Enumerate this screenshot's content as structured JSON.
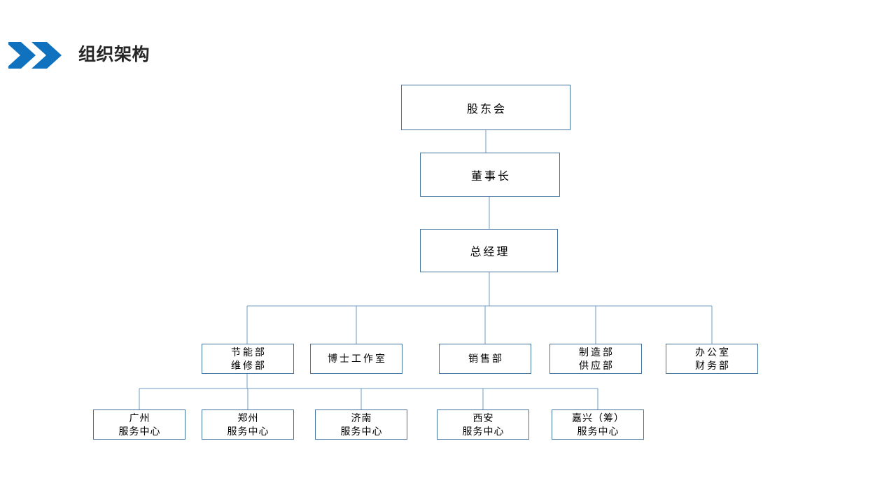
{
  "header": {
    "title": "组织架构",
    "icon": "double-chevron-right-icon",
    "accent_color": "#1072BE"
  },
  "theme": {
    "node_border_color": "#41719C",
    "connector_color": "#6E9BC5",
    "node_fill": "#FFFFFF",
    "text_color": "#000000",
    "title_color": "#262626",
    "background": "#FFFFFF"
  },
  "chart": {
    "type": "org-chart",
    "levels": [
      {
        "name": "governance",
        "nodes": [
          {
            "id": "shareholders",
            "lines": [
              "股东会"
            ]
          }
        ]
      },
      {
        "name": "chairman",
        "nodes": [
          {
            "id": "chairman",
            "lines": [
              "董事长"
            ]
          }
        ]
      },
      {
        "name": "general-manager",
        "nodes": [
          {
            "id": "gm",
            "lines": [
              "总经理"
            ]
          }
        ]
      },
      {
        "name": "departments",
        "nodes": [
          {
            "id": "dept-energy",
            "lines": [
              "节能部",
              "维修部"
            ]
          },
          {
            "id": "dept-doctor",
            "lines": [
              "博士工作室"
            ]
          },
          {
            "id": "dept-sales",
            "lines": [
              "销售部"
            ]
          },
          {
            "id": "dept-manufact",
            "lines": [
              "制造部",
              "供应部"
            ]
          },
          {
            "id": "dept-office",
            "lines": [
              "办公室",
              "财务部"
            ]
          }
        ]
      },
      {
        "name": "service-centers",
        "nodes": [
          {
            "id": "center-guangzhou",
            "lines": [
              "广州",
              "服务中心"
            ]
          },
          {
            "id": "center-zhengzhou",
            "lines": [
              "郑州",
              "服务中心"
            ]
          },
          {
            "id": "center-jinan",
            "lines": [
              "济南",
              "服务中心"
            ]
          },
          {
            "id": "center-xian",
            "lines": [
              "西安",
              "服务中心"
            ]
          },
          {
            "id": "center-jiaxing",
            "lines": [
              "嘉兴（筹）",
              "服务中心"
            ]
          }
        ]
      }
    ]
  },
  "nodes": {
    "shareholders": {
      "line1": "股东会"
    },
    "chairman": {
      "line1": "董事长"
    },
    "gm": {
      "line1": "总经理"
    },
    "dept_energy": {
      "line1": "节能部",
      "line2": "维修部"
    },
    "dept_doctor": {
      "line1": "博士工作室"
    },
    "dept_sales": {
      "line1": "销售部"
    },
    "dept_manufact": {
      "line1": "制造部",
      "line2": "供应部"
    },
    "dept_office": {
      "line1": "办公室",
      "line2": "财务部"
    },
    "center_guangzhou": {
      "line1": "广州",
      "line2": "服务中心"
    },
    "center_zhengzhou": {
      "line1": "郑州",
      "line2": "服务中心"
    },
    "center_jinan": {
      "line1": "济南",
      "line2": "服务中心"
    },
    "center_xian": {
      "line1": "西安",
      "line2": "服务中心"
    },
    "center_jiaxing": {
      "line1": "嘉兴（筹）",
      "line2": "服务中心"
    }
  }
}
